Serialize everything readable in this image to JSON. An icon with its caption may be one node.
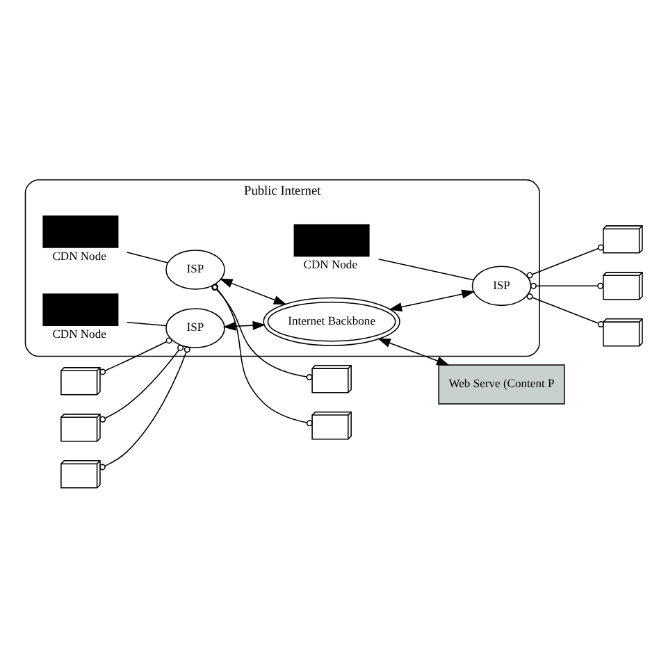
{
  "diagram": {
    "nodes": [
      {
        "text": [
          "Public Internet"
        ]
      },
      {
        "text": [],
        "shape": "computer"
      },
      {
        "text": [],
        "shape": "computer"
      },
      {
        "text": [
          "ISP"
        ],
        "in": 0
      },
      {
        "text": [
          "CDN Node"
        ],
        "in": 0
      },
      {
        "text": [],
        "shape": "computer"
      },
      {
        "text": [
          "Internet Backbone"
        ],
        "in": 0
      },
      {
        "text": [
          "Web Serve (Content P"
        ]
      },
      {
        "text": [
          "ISP"
        ],
        "in": 0
      },
      {
        "text": [
          "CDN Node"
        ],
        "in": 0
      },
      {
        "text": [],
        "shape": "computer"
      },
      {
        "text": [],
        "shape": "computer"
      },
      {
        "text": [
          "ISP"
        ],
        "in": 0
      },
      {
        "text": [
          "CDN Node"
        ],
        "in": 0
      },
      {
        "text": [],
        "shape": "computer"
      },
      {
        "text": [],
        "shape": "computer"
      },
      {
        "text": [],
        "shape": "computer"
      }
    ],
    "edges": [
      {
        "from": 1,
        "to": 3,
        "arrow": "other"
      },
      {
        "from": 2,
        "to": 3,
        "arrow": "other"
      },
      {
        "from": 5,
        "to": 3,
        "arrow": "other"
      },
      {
        "from": 4,
        "to": 3,
        "arrow": "none"
      },
      {
        "from": 3,
        "to": 6,
        "arrow": "both"
      },
      {
        "from": 6,
        "to": 7,
        "arrow": "both"
      },
      {
        "from": 6,
        "to": 8,
        "arrow": "both"
      },
      {
        "from": 9,
        "to": 8,
        "arrow": "none"
      },
      {
        "from": 8,
        "to": 10,
        "arrow": "other"
      },
      {
        "from": 8,
        "to": 11,
        "arrow": "other"
      },
      {
        "from": 8,
        "to": 16,
        "arrow": "other"
      },
      {
        "from": 12,
        "to": 6,
        "arrow": "both"
      },
      {
        "from": 13,
        "to": 12,
        "arrow": "none"
      },
      {
        "from": 12,
        "to": 14,
        "arrow": "other"
      },
      {
        "from": 12,
        "to": 15,
        "arrow": "other"
      }
    ]
  }
}
